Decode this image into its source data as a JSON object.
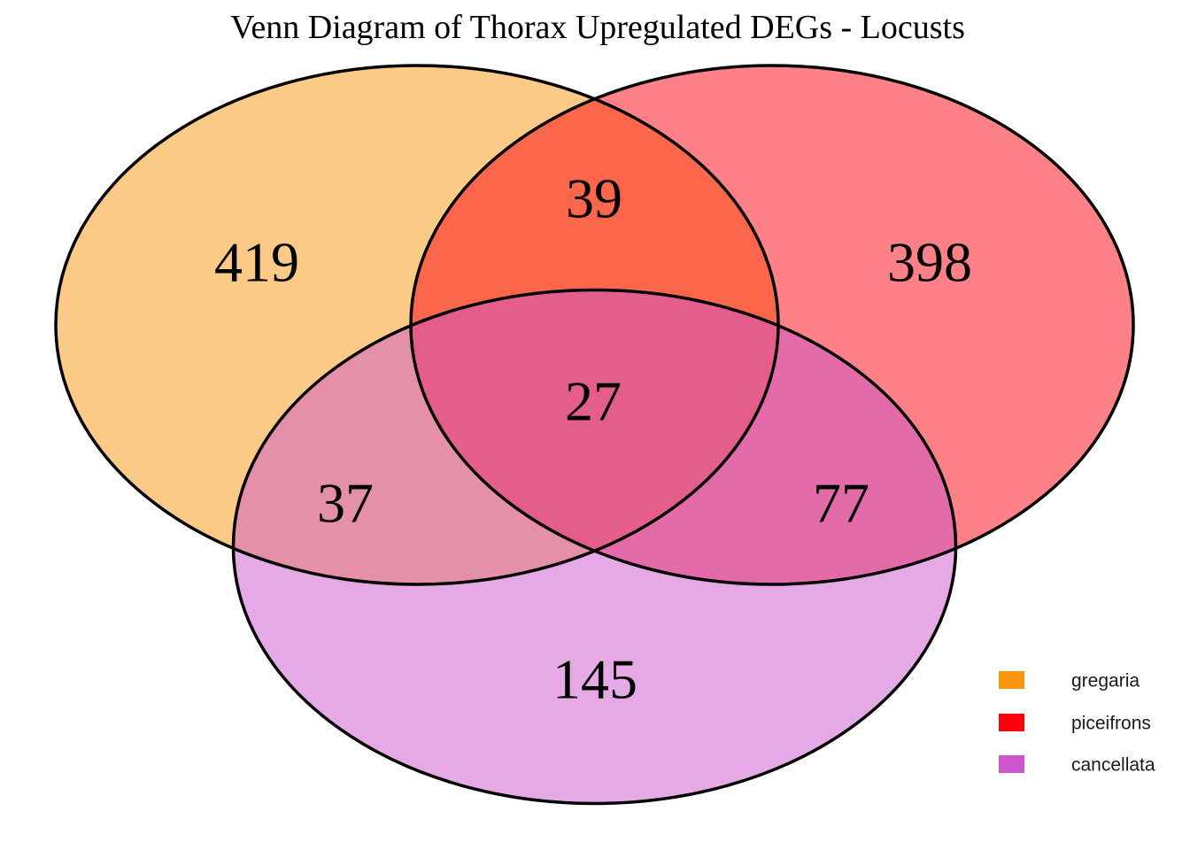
{
  "title": "Venn Diagram of Thorax Upregulated DEGs - Locusts",
  "legend": {
    "items": [
      {
        "label": "gregaria",
        "color": "#F9950F"
      },
      {
        "label": "piceifrons",
        "color": "#FB0310"
      },
      {
        "label": "cancellata",
        "color": "#CC55CC"
      }
    ]
  },
  "chart_data": {
    "type": "venn",
    "title": "Venn Diagram of Thorax Upregulated DEGs - Locusts",
    "background": "#FFFFFF",
    "fill_opacity": 0.5,
    "outline_color": "#000000",
    "legend_position": "bottom-right",
    "sets": [
      {
        "name": "gregaria",
        "color": "#F9950F"
      },
      {
        "name": "piceifrons",
        "color": "#FB0310"
      },
      {
        "name": "cancellata",
        "color": "#CC55CC"
      }
    ],
    "regions": {
      "gregaria_only": "419",
      "piceifrons_only": "398",
      "cancellata_only": "145",
      "gregaria_piceifrons": "39",
      "gregaria_cancellata": "37",
      "piceifrons_cancellata": "77",
      "gregaria_piceifrons_cancellata": "27"
    }
  }
}
